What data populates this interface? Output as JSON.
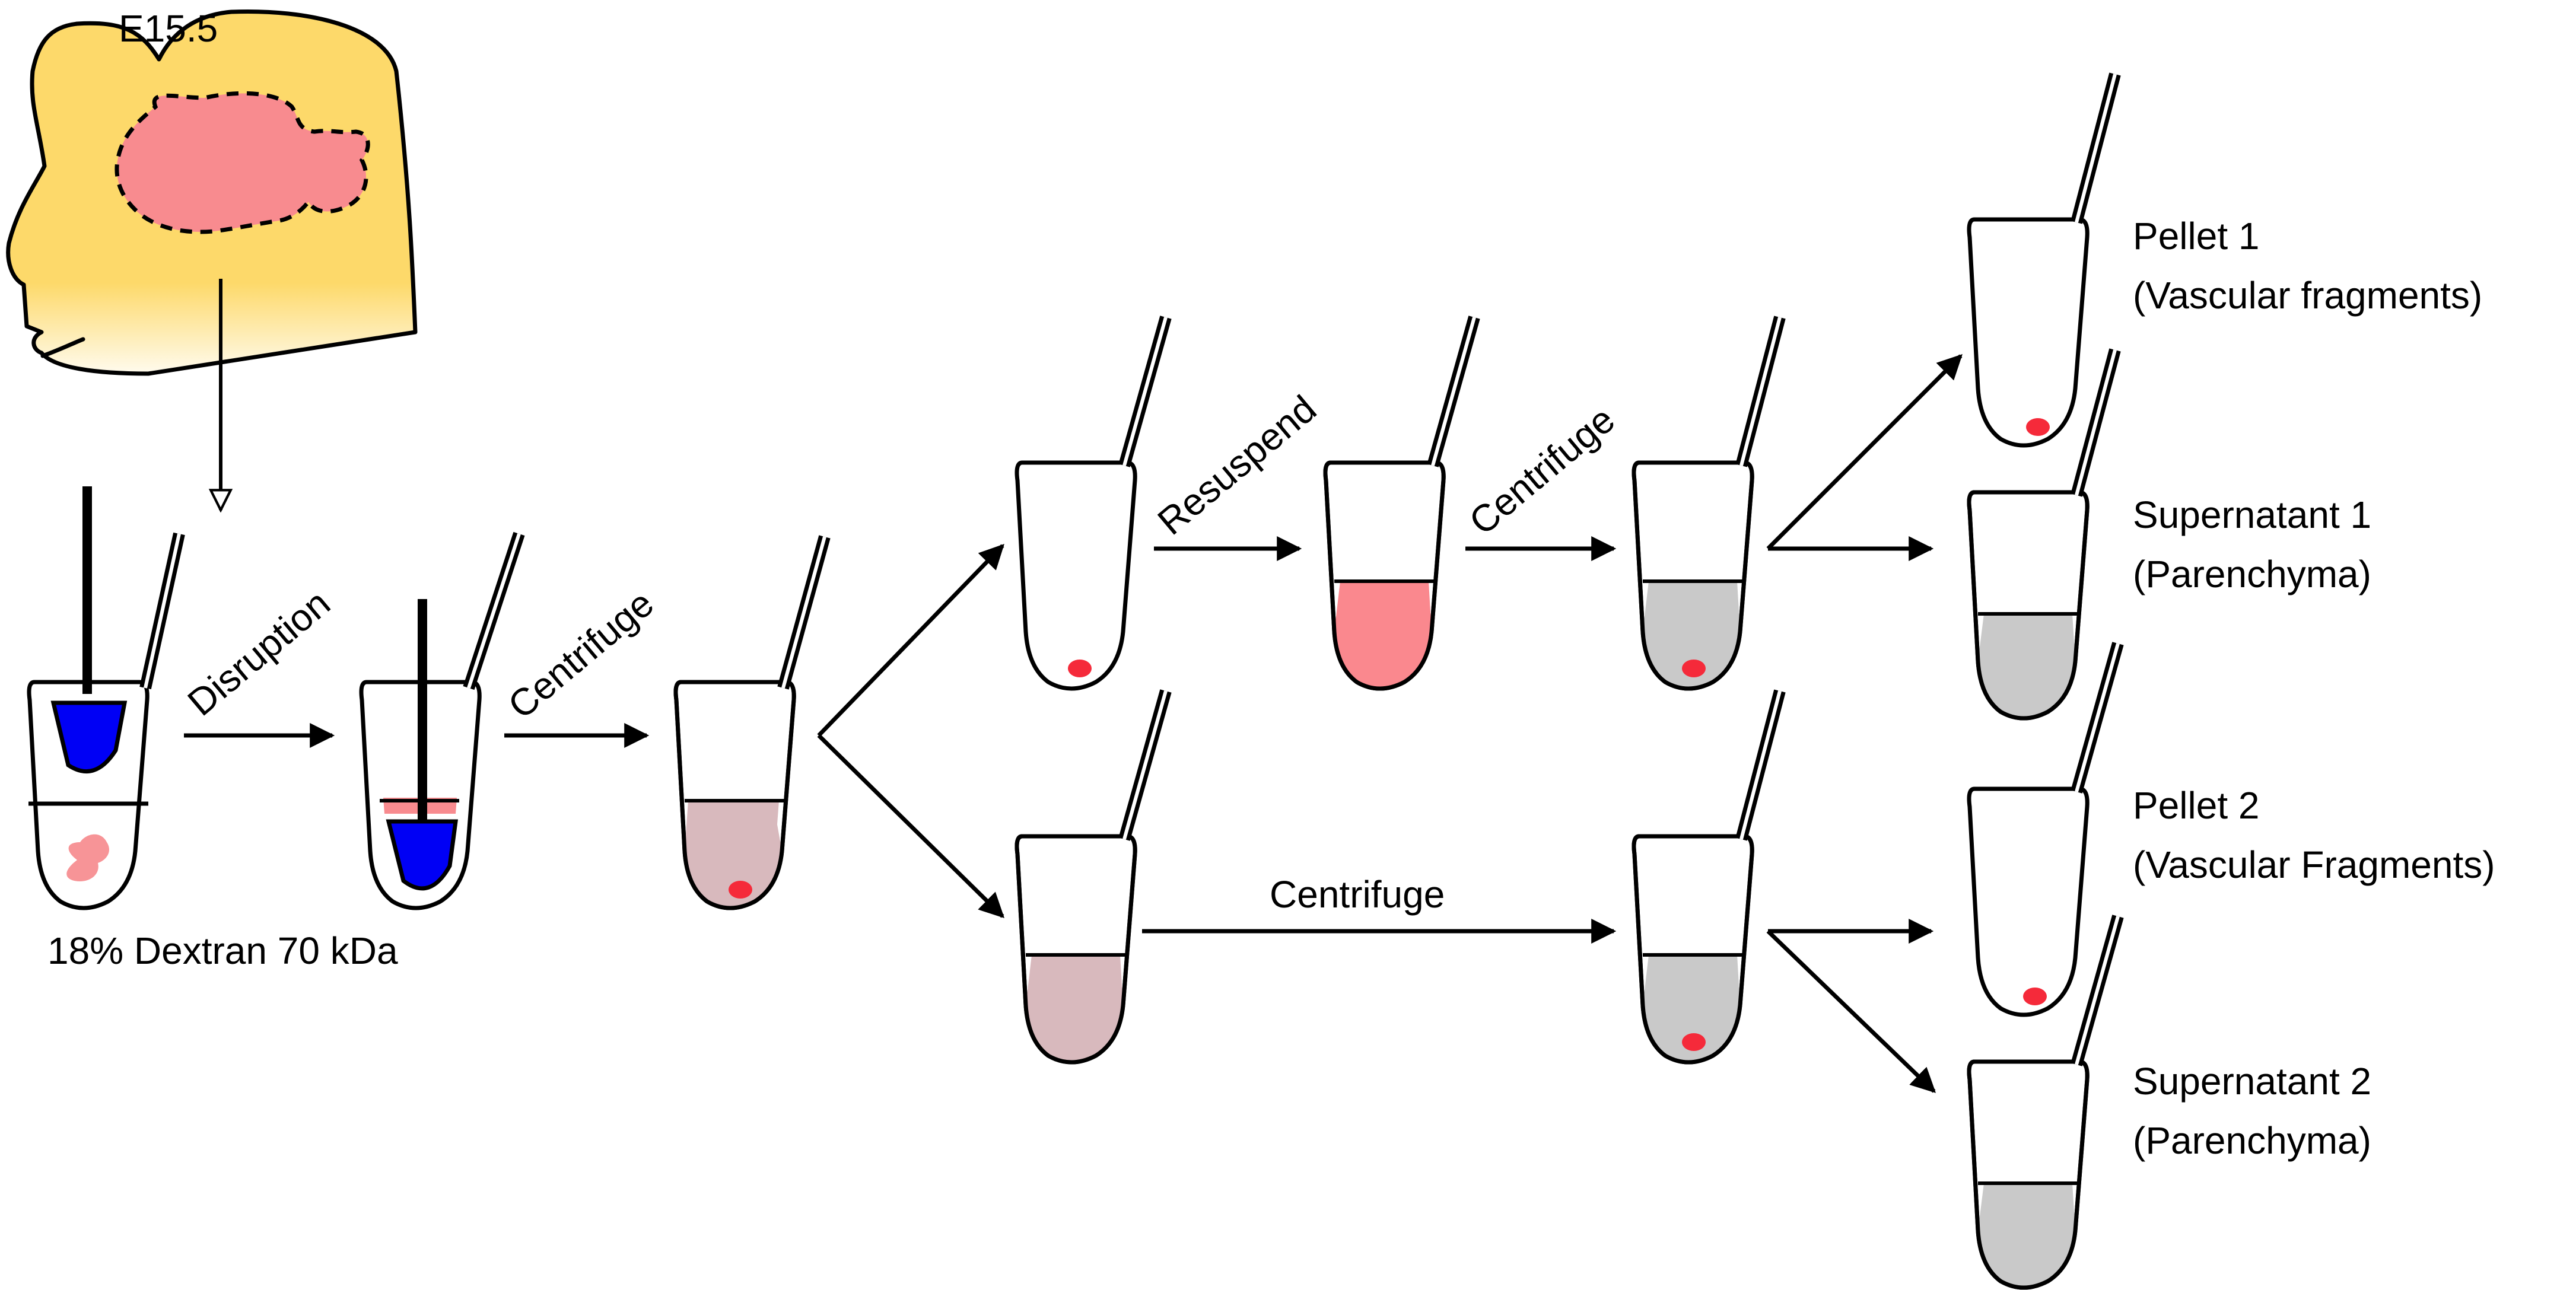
{
  "colors": {
    "head": "#fdd96a",
    "brain": "#f88b8f",
    "dextran": "#0000f5",
    "tissue": "#f79497",
    "homogenate": "#d8b9bd",
    "resuspended": "#fa888e",
    "supernatant": "#c9c9c9",
    "pellet": "#f52a3a"
  },
  "labels": {
    "age": "E15.5",
    "medium": "18% Dextran 70 kDa",
    "disruption": "Disruption",
    "centrifuge1": "Centrifuge",
    "resuspend": "Resuspend",
    "centrifuge2": "Centrifuge",
    "centrifuge3": "Centrifuge"
  },
  "outputs": [
    {
      "title": "Pellet 1",
      "subtitle": "(Vascular fragments)"
    },
    {
      "title": "Supernatant 1",
      "subtitle": "(Parenchyma)"
    },
    {
      "title": "Pellet 2",
      "subtitle": "(Vascular Fragments)"
    },
    {
      "title": "Supernatant 2",
      "subtitle": "(Parenchyma)"
    }
  ]
}
